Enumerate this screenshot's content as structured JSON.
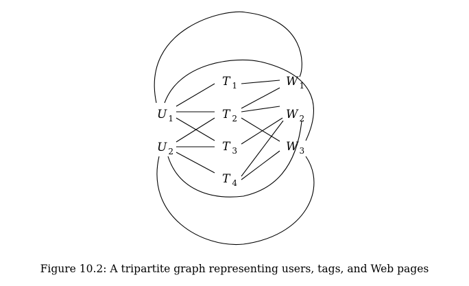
{
  "figure": {
    "caption": "Figure 10.2: A tripartite graph representing users, tags, and Web pages"
  },
  "nodes": {
    "U1": {
      "letter": "U",
      "sub": "1"
    },
    "U2": {
      "letter": "U",
      "sub": "2"
    },
    "T1": {
      "letter": "T",
      "sub": "1"
    },
    "T2": {
      "letter": "T",
      "sub": "2"
    },
    "T3": {
      "letter": "T",
      "sub": "3"
    },
    "T4": {
      "letter": "T",
      "sub": "4"
    },
    "W1": {
      "letter": "W",
      "sub": "1"
    },
    "W2": {
      "letter": "W",
      "sub": "2"
    },
    "W3": {
      "letter": "W",
      "sub": "3"
    }
  },
  "edges": [
    [
      "U1",
      "T1"
    ],
    [
      "U1",
      "T2"
    ],
    [
      "U1",
      "T3"
    ],
    [
      "U2",
      "T2"
    ],
    [
      "U2",
      "T3"
    ],
    [
      "U2",
      "T4"
    ],
    [
      "T1",
      "W1"
    ],
    [
      "T2",
      "W1"
    ],
    [
      "T2",
      "W2"
    ],
    [
      "T2",
      "W3"
    ],
    [
      "T3",
      "W2"
    ],
    [
      "T4",
      "W2"
    ],
    [
      "T4",
      "W3"
    ],
    [
      "U1",
      "W1"
    ],
    [
      "U1",
      "W3"
    ],
    [
      "U2",
      "W2"
    ],
    [
      "U2",
      "W3"
    ]
  ]
}
